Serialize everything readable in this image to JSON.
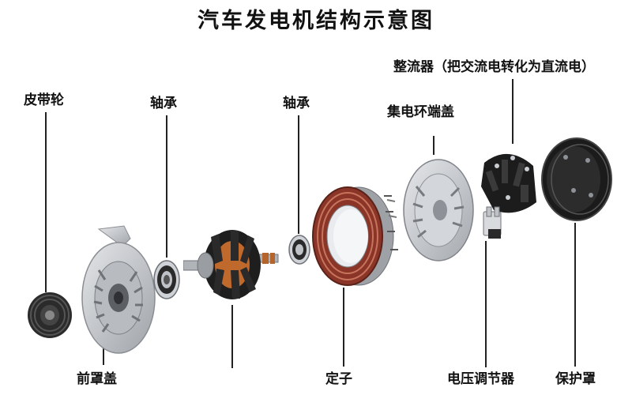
{
  "title": "汽车发电机结构示意图",
  "labels": {
    "pulley": "皮带轮",
    "bearing_left": "轴承",
    "bearing_right": "轴承",
    "rectifier": "整流器（把交流电转化为直流电）",
    "slip_ring_end_cover": "集电环端盖",
    "front_cover": "前罩盖",
    "stator": "定子",
    "voltage_regulator": "电压调节器",
    "protective_cover": "保护罩"
  },
  "colors": {
    "aluminum": "#c9ccd0",
    "aluminum_dark": "#8e9298",
    "copper": "#9a3b2a",
    "steel": "#6f7378",
    "black": "#1a1a1a"
  }
}
